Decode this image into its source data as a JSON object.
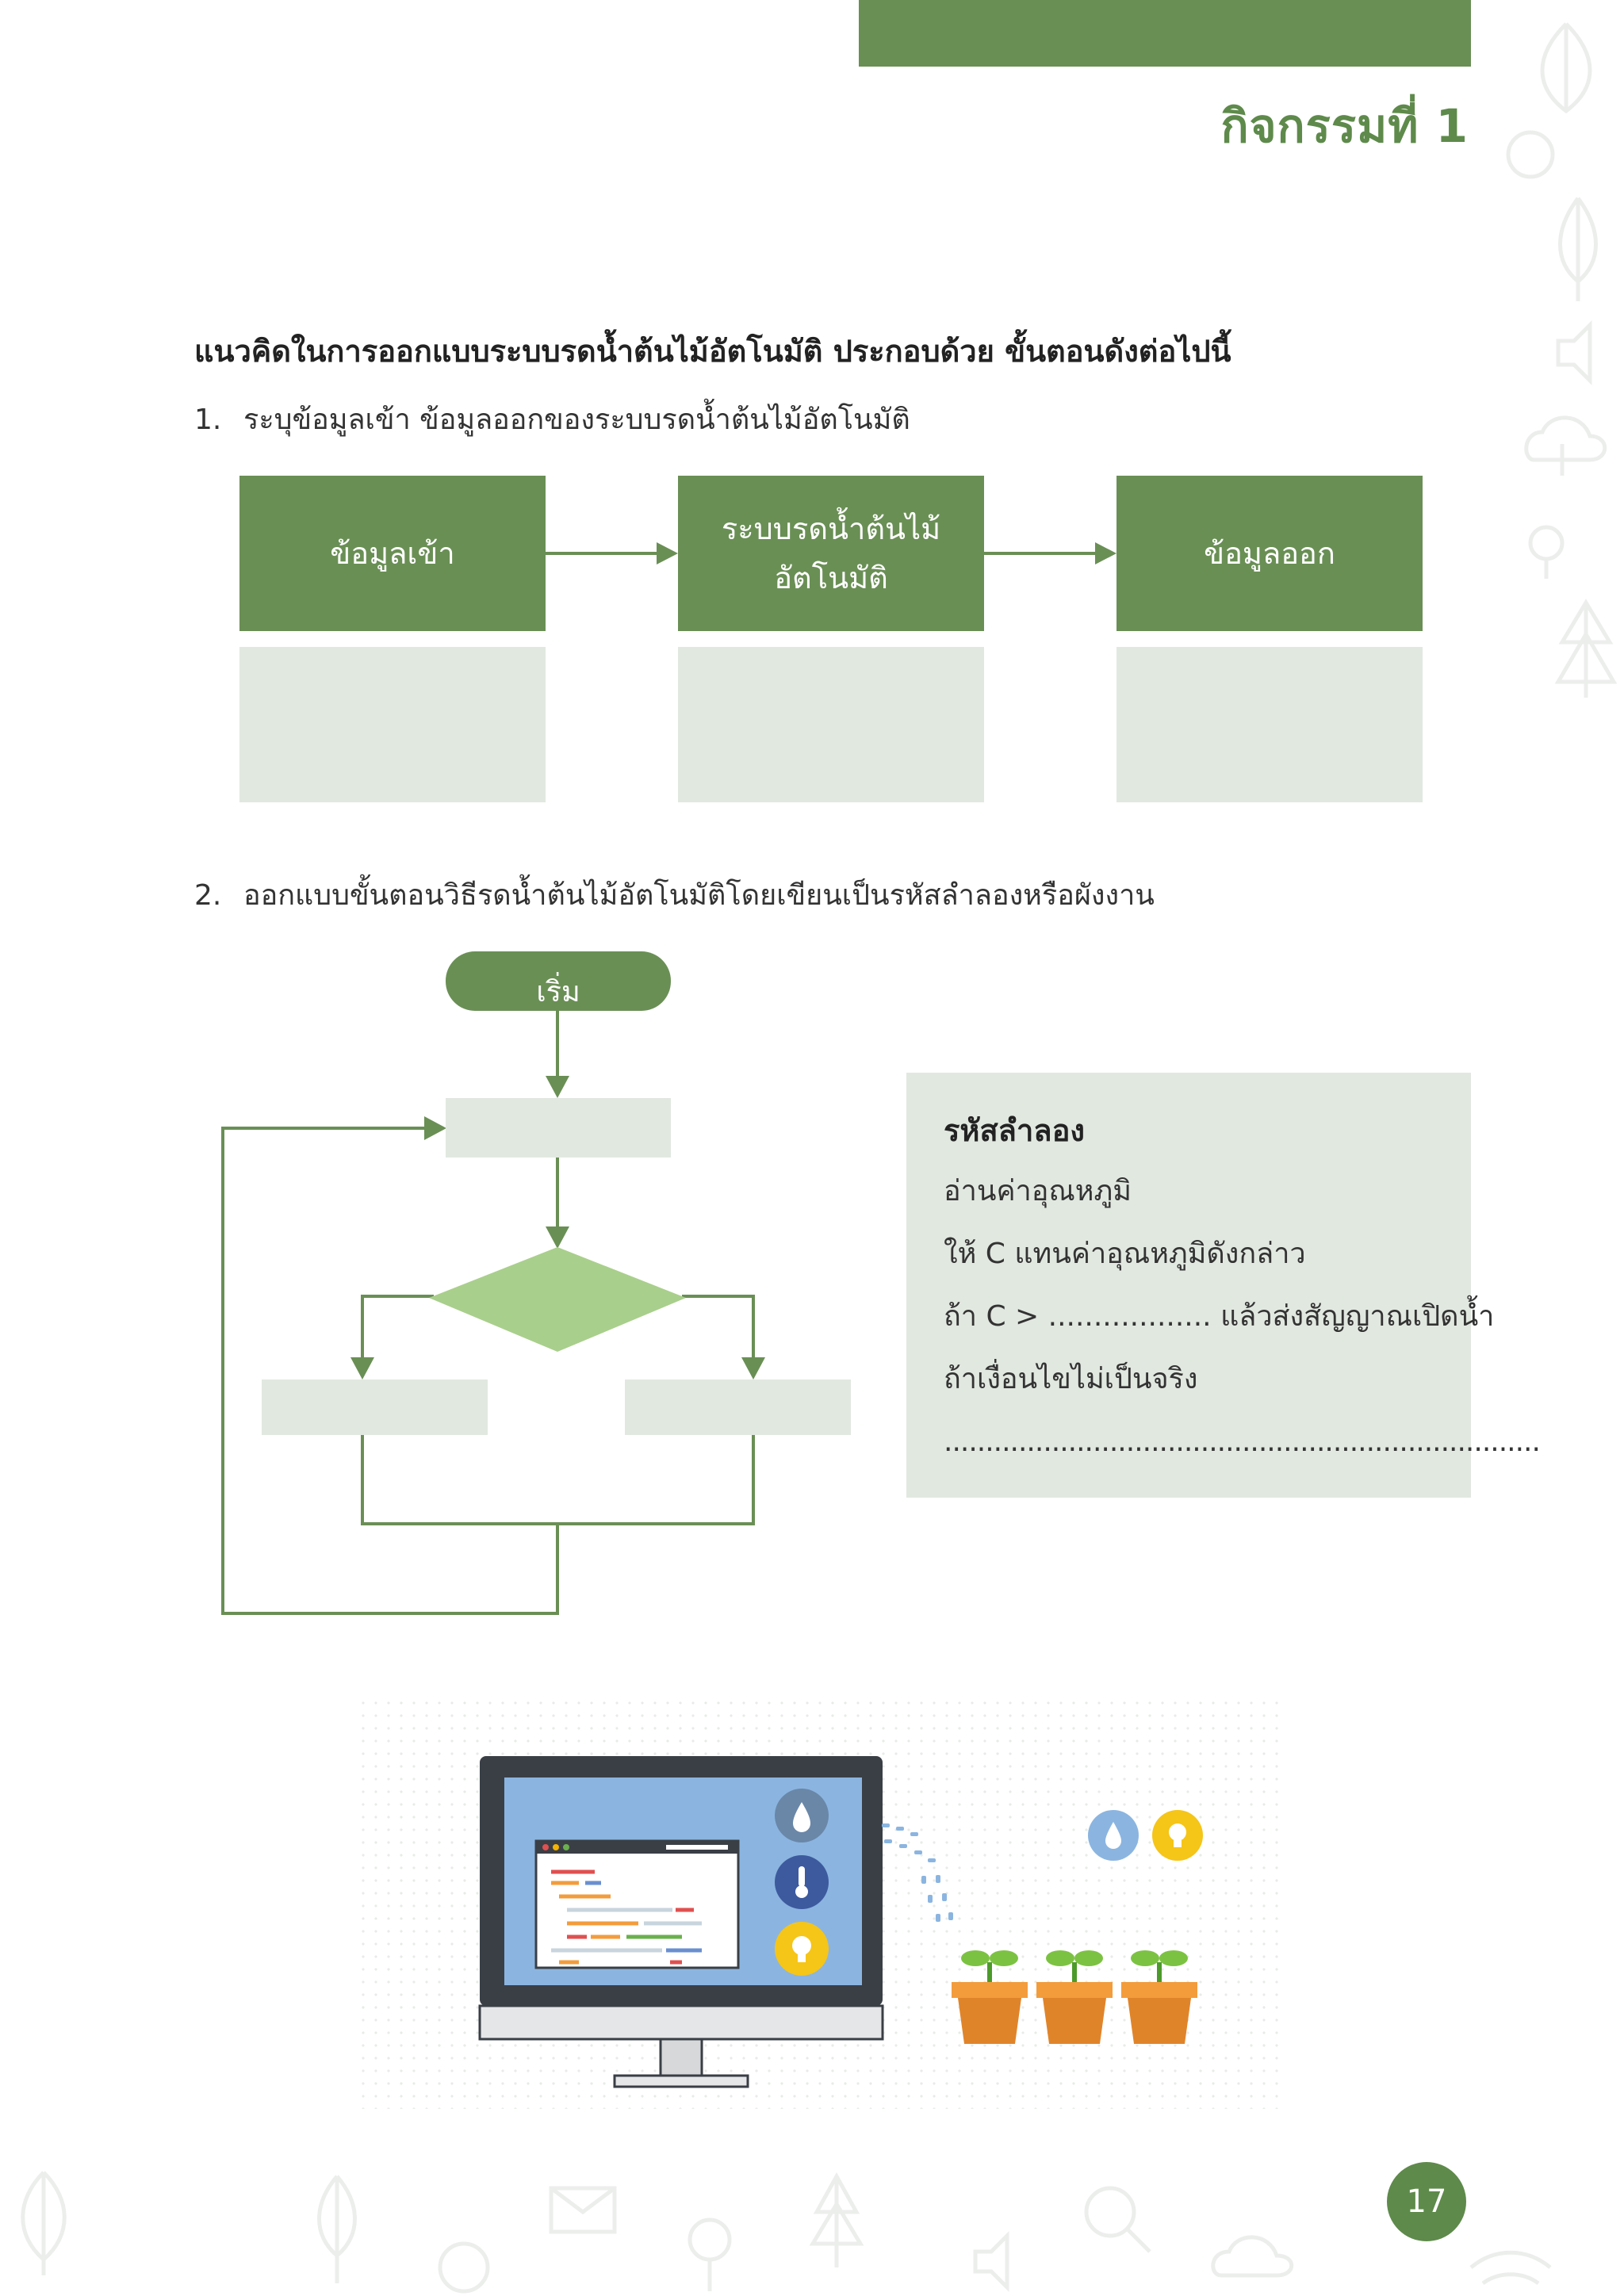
{
  "header": {
    "activity_title": "กิจกรรมที่ 1"
  },
  "intro": "แนวคิดในการออกแบบระบบรดน้ำต้นไม้อัตโนมัติ ประกอบด้วย ขั้นตอนดังต่อไปนี้",
  "step1": {
    "number": "1.",
    "text": "ระบุข้อมูลเข้า ข้อมูลออกของระบบรดน้ำต้นไม้อัตโนมัติ"
  },
  "io_boxes": [
    {
      "label": "ข้อมูลเข้า"
    },
    {
      "label": "ระบบรดน้ำต้นไม้\nอัตโนมัติ"
    },
    {
      "label": "ข้อมูลออก"
    }
  ],
  "step2": {
    "number": "2.",
    "text": "ออกแบบขั้นตอนวิธีรดน้ำต้นไม้อัตโนมัติโดยเขียนเป็นรหัสลำลองหรือผังงาน"
  },
  "flowchart": {
    "start_label": "เริ่ม"
  },
  "pseudocode": {
    "title": "รหัสลำลอง",
    "lines": [
      "อ่านค่าอุณหภูมิ",
      "ให้ C แทนค่าอุณหภูมิดังกล่าว",
      "ถ้า C > .................. แล้วส่งสัญญาณเปิดน้ำ",
      "ถ้าเงื่อนไขไม่เป็นจริง",
      "........................................................................"
    ]
  },
  "illustration": {
    "screen_icons": [
      "water-drop-icon",
      "thermometer-icon",
      "lightbulb-icon"
    ],
    "status_icons": [
      "water-drop-icon",
      "lightbulb-icon"
    ],
    "plant_count": 3
  },
  "colors": {
    "primary_green": "#6a8f55",
    "light_green": "#e1e8e0",
    "diamond_green": "#a9cf8c"
  },
  "footer": {
    "page_number": "17"
  }
}
